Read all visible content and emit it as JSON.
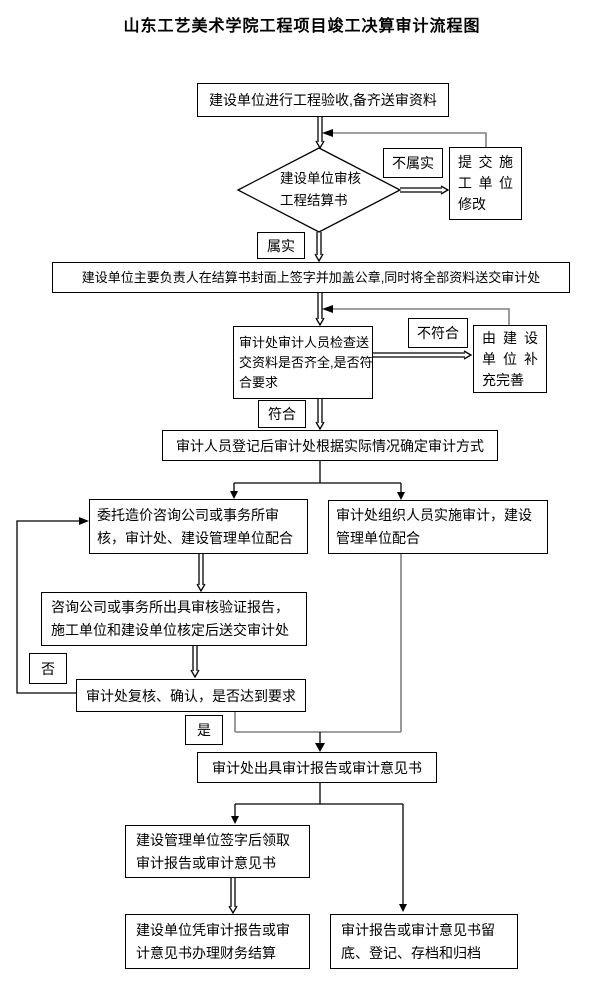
{
  "title": "山东工艺美术学院工程项目竣工决算审计流程图",
  "colors": {
    "box_border": "#000000",
    "connector_line": "#000000",
    "feedback_line": "#808080",
    "background": "#ffffff",
    "text": "#000000"
  },
  "diagram": {
    "start_box": {
      "lines": [
        "建设单位进行工程验收,备齐送审资料"
      ]
    },
    "review_diamond": {
      "lines": [
        "建设单位审核",
        "工程结算书"
      ]
    },
    "label_not_true": {
      "text": "不属实"
    },
    "submit_contractor_box": {
      "lines": [
        "提交施",
        "工单位",
        "修改"
      ]
    },
    "label_true": {
      "text": "属实"
    },
    "sign_seal_box": {
      "lines": [
        "建设单位主要负责人在结算书封面上签字并加盖公章,同时将全部资料送交审计处"
      ]
    },
    "check_box": {
      "lines": [
        "审计处审计人员检查送",
        "交资料是否齐全,是否符",
        "合要求"
      ]
    },
    "label_not_conform": {
      "text": "不符合"
    },
    "supplement_box": {
      "lines": [
        "由建设",
        "单位补",
        "充完善"
      ]
    },
    "label_conform": {
      "text": "符合"
    },
    "method_box": {
      "lines": [
        "审计人员登记后审计处根据实际情况确定审计方式"
      ]
    },
    "entrust_box": {
      "lines": [
        "委托造价咨询公司或事务所审",
        "核，审计处、建设管理单位配合"
      ]
    },
    "self_audit_box": {
      "lines": [
        "审计处组织人员实施审计，建设",
        "管理单位配合"
      ]
    },
    "verify_report_box": {
      "lines": [
        "咨询公司或事务所出具审核验证报告，",
        "施工单位和建设单位核定后送交审计处"
      ]
    },
    "label_no": {
      "text": "否"
    },
    "recheck_box": {
      "lines": [
        "审计处复核、确认，是否达到要求"
      ]
    },
    "label_yes": {
      "text": "是"
    },
    "issue_report_box": {
      "lines": [
        "审计处出具审计报告或审计意见书"
      ]
    },
    "receive_report_box": {
      "lines": [
        "建设管理单位签字后领取",
        "审计报告或审计意见书"
      ]
    },
    "settlement_box": {
      "lines": [
        "建设单位凭审计报告或审",
        "计意见书办理财务结算"
      ]
    },
    "archive_box": {
      "lines": [
        "审计报告或审计意见书留",
        "底、登记、存档和归档"
      ]
    }
  }
}
